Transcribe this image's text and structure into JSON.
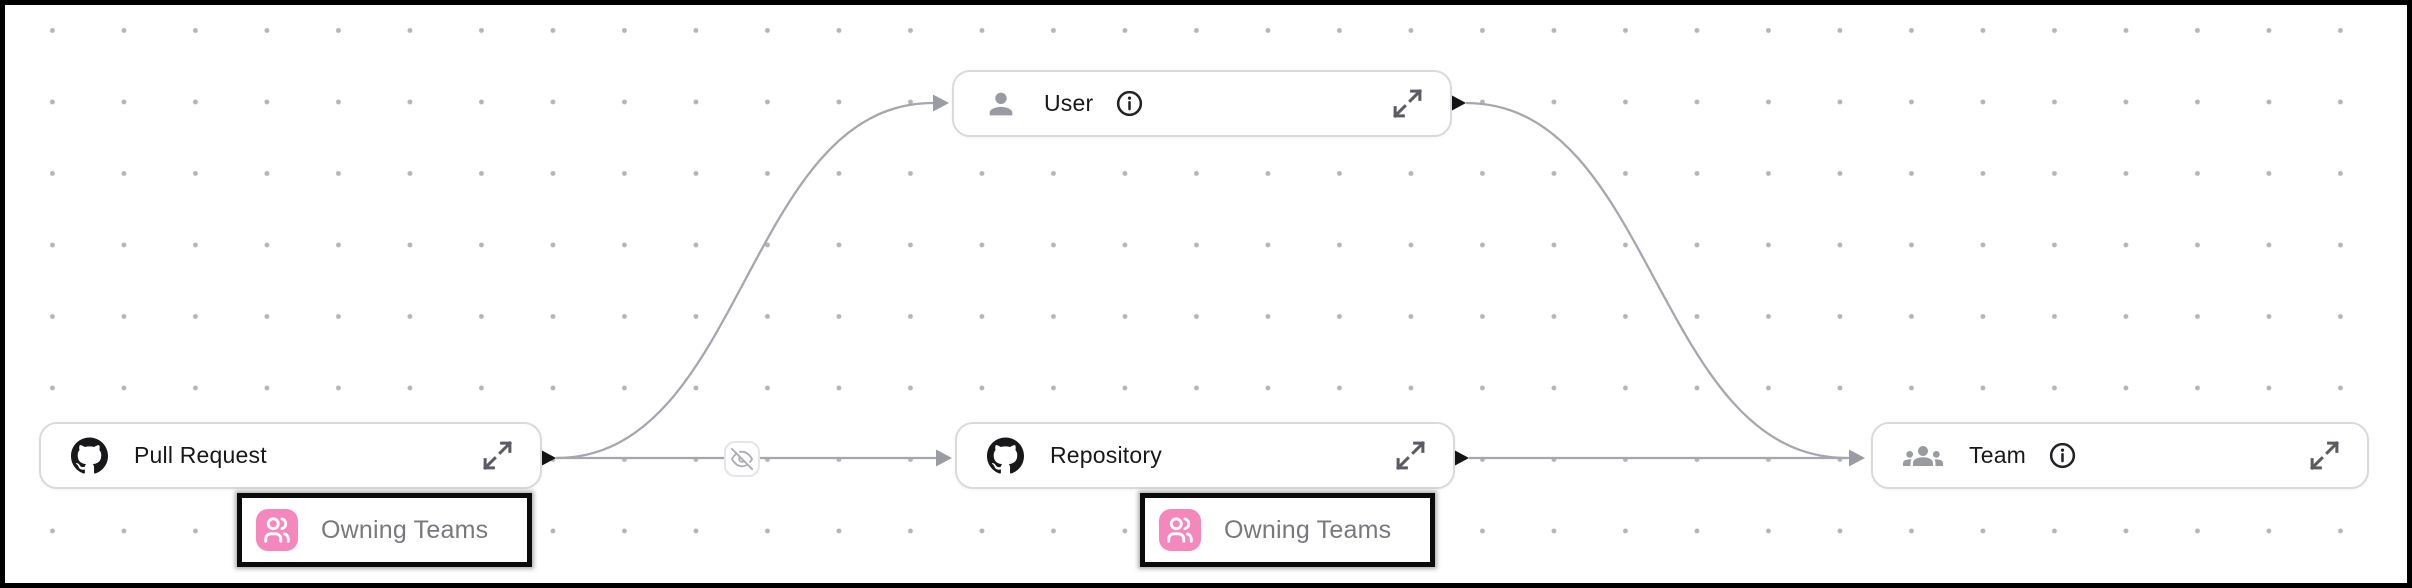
{
  "canvas": {
    "type": "entity-relationship-flow",
    "colors": {
      "background": "#ffffff",
      "frame_border": "#000000",
      "grid_dot": "#b4b4bb",
      "node_border": "#dadade",
      "node_text": "#18181b",
      "edge": "#a6a6ae",
      "edge_arrowhead": "#9b9ba3",
      "source_handle": "#141417",
      "accent_pink": "#f487bc",
      "badge_text": "#78787f",
      "badge_outline": "#0b0b0b"
    }
  },
  "nodes": {
    "pull_request": {
      "label": "Pull Request",
      "icon": "github-icon",
      "actions": [
        "expand"
      ]
    },
    "user": {
      "label": "User",
      "icon": "user-icon",
      "actions": [
        "info",
        "expand"
      ]
    },
    "repository": {
      "label": "Repository",
      "icon": "github-icon",
      "actions": [
        "expand"
      ]
    },
    "team": {
      "label": "Team",
      "icon": "team-icon",
      "actions": [
        "info",
        "expand"
      ]
    }
  },
  "edges": [
    {
      "from": "pull_request",
      "to": "user"
    },
    {
      "from": "pull_request",
      "to": "repository",
      "midpoint_icon": "eye-off-icon"
    },
    {
      "from": "user",
      "to": "team"
    },
    {
      "from": "repository",
      "to": "team"
    }
  ],
  "badges": [
    {
      "label": "Owning Teams",
      "icon": "owning-teams-icon",
      "attached_to": "pull_request"
    },
    {
      "label": "Owning Teams",
      "icon": "owning-teams-icon",
      "attached_to": "repository"
    }
  ]
}
